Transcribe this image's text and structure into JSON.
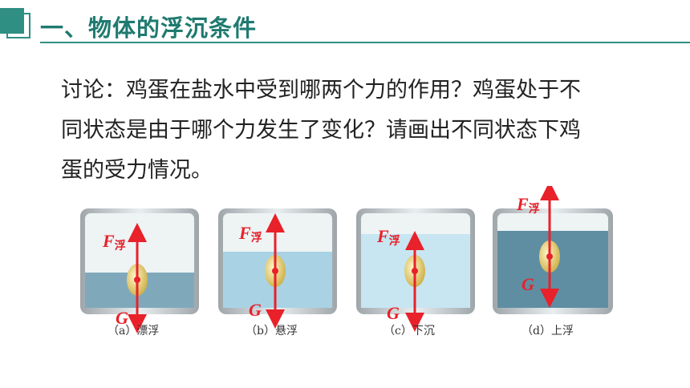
{
  "header": {
    "title": "一、物体的浮沉条件"
  },
  "discussion": {
    "lines": [
      "讨论：鸡蛋在盐水中受到哪两个力的作用？鸡蛋处于不",
      "同状态是由于哪个力发生了变化？请画出不同状态下鸡",
      "蛋的受力情况。"
    ]
  },
  "figure": {
    "force_buoyancy_symbol": "F",
    "force_buoyancy_sub": "浮",
    "force_gravity_symbol": "G",
    "arrow_color": "#e8212a",
    "panels": [
      {
        "caption": "（a）漂浮"
      },
      {
        "caption": "（b）悬浮"
      },
      {
        "caption": "（c）下沉"
      },
      {
        "caption": "（d）上浮"
      }
    ]
  }
}
